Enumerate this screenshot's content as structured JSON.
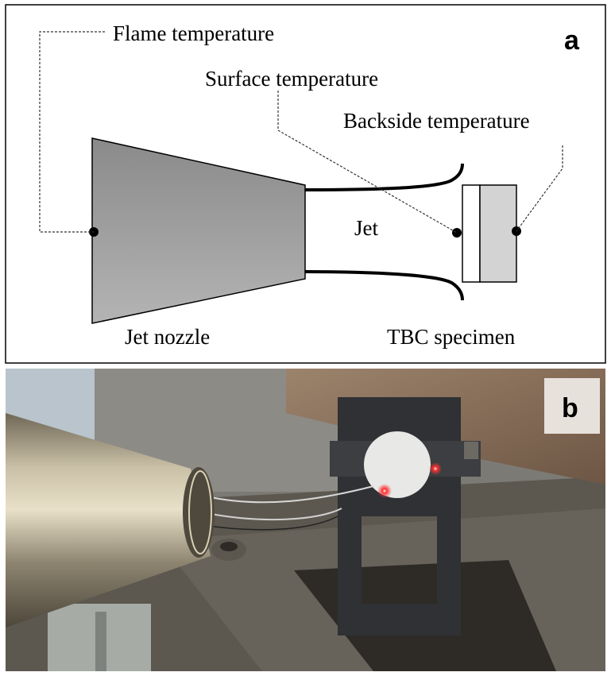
{
  "panel_a": {
    "letter": "a",
    "labels": {
      "flame": "Flame temperature",
      "surface": "Surface temperature",
      "backside": "Backside temperature",
      "jet": "Jet",
      "nozzle": "Jet nozzle",
      "specimen": "TBC specimen"
    },
    "colors": {
      "nozzle_dark": "#8a8a8a",
      "nozzle_light": "#b4b4b4",
      "specimen_fill": "#d3d3d3",
      "outline": "#000000"
    }
  },
  "panel_b": {
    "letter": "b",
    "letter_bg": "#e7e1dc",
    "colors": {
      "background_wall": "#7c7a74",
      "table": "#5c5850",
      "hood": "#8a6f58",
      "holder": "#2f3134",
      "nozzle": "#a3987f",
      "laser_spot": "#ff2a2a"
    }
  }
}
